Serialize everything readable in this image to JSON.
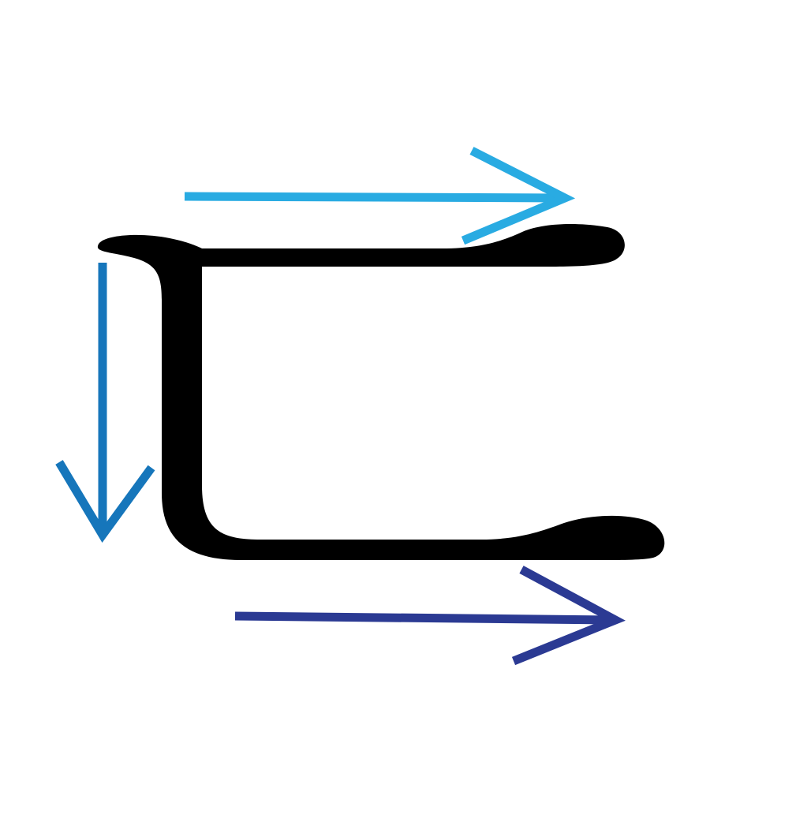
{
  "diagram": {
    "description_type": "stroke-order",
    "glyph": {
      "color": "#000000"
    },
    "strokes": [
      {
        "order": 1,
        "direction": "right",
        "color": "#29abe2"
      },
      {
        "order": 2,
        "direction": "down",
        "color": "#1676bb"
      },
      {
        "order": 3,
        "direction": "right",
        "color": "#2b3a93"
      }
    ]
  }
}
